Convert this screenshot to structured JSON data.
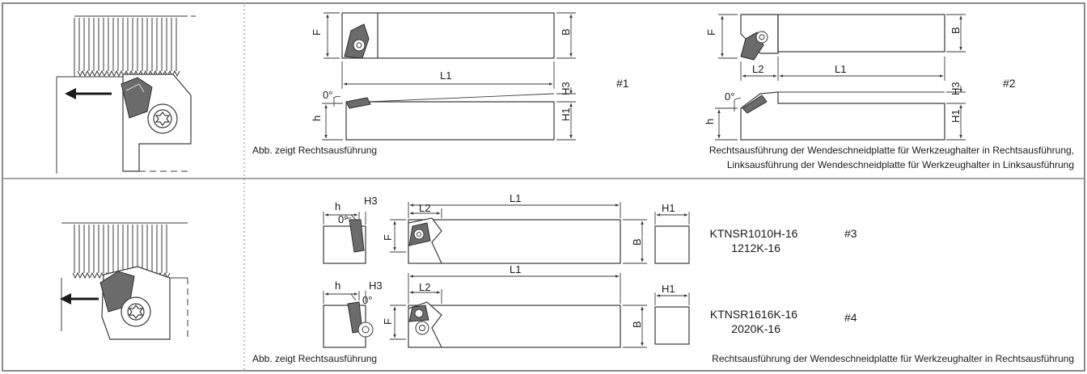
{
  "colors": {
    "frame": "#8a8a8a",
    "line": "#3a3a3a",
    "insert": "#6b6b6b",
    "insert_dark": "#2e2e2e",
    "shade": "#cfcfcf"
  },
  "panel1": {
    "fig1": {
      "F": "F",
      "B": "B",
      "L1": "L1",
      "H3": "H3",
      "H1": "H1",
      "h": "h",
      "angle": "0°"
    },
    "tag1": "#1",
    "fig2": {
      "F": "F",
      "B": "B",
      "L1": "L1",
      "L2": "L2",
      "H3": "H3",
      "H1": "H1",
      "h": "h",
      "angle": "0°"
    },
    "tag2": "#2",
    "caption_left": "Abb. zeigt Rechtsausführung",
    "caption_right_1": "Rechtsausführung der Wendeschneidplatte für Werkzeughalter in Rechtsausführung,",
    "caption_right_2": "Linksausführung der Wendeschneidplatte für Werkzeughalter in Linksausführung"
  },
  "panel2": {
    "fig3": {
      "h": "h",
      "H3": "H3",
      "angle": "0°",
      "F": "F",
      "L1": "L1",
      "L2": "L2",
      "B": "B",
      "H1": "H1"
    },
    "code3_line1": "KTNSR1010H-16",
    "code3_line2": "1212K-16",
    "tag3": "#3",
    "fig4": {
      "h": "h",
      "H3": "H3",
      "angle": "0°",
      "F": "F",
      "L1": "L1",
      "L2": "L2",
      "B": "B",
      "H1": "H1"
    },
    "code4_line1": "KTNSR1616K-16",
    "code4_line2": "2020K-16",
    "tag4": "#4",
    "caption_left": "Abb. zeigt Rechtsausführung",
    "caption_right": "Rechtsausführung der Wendeschneidplatte für Werkzeughalter in Rechtsausführung"
  }
}
